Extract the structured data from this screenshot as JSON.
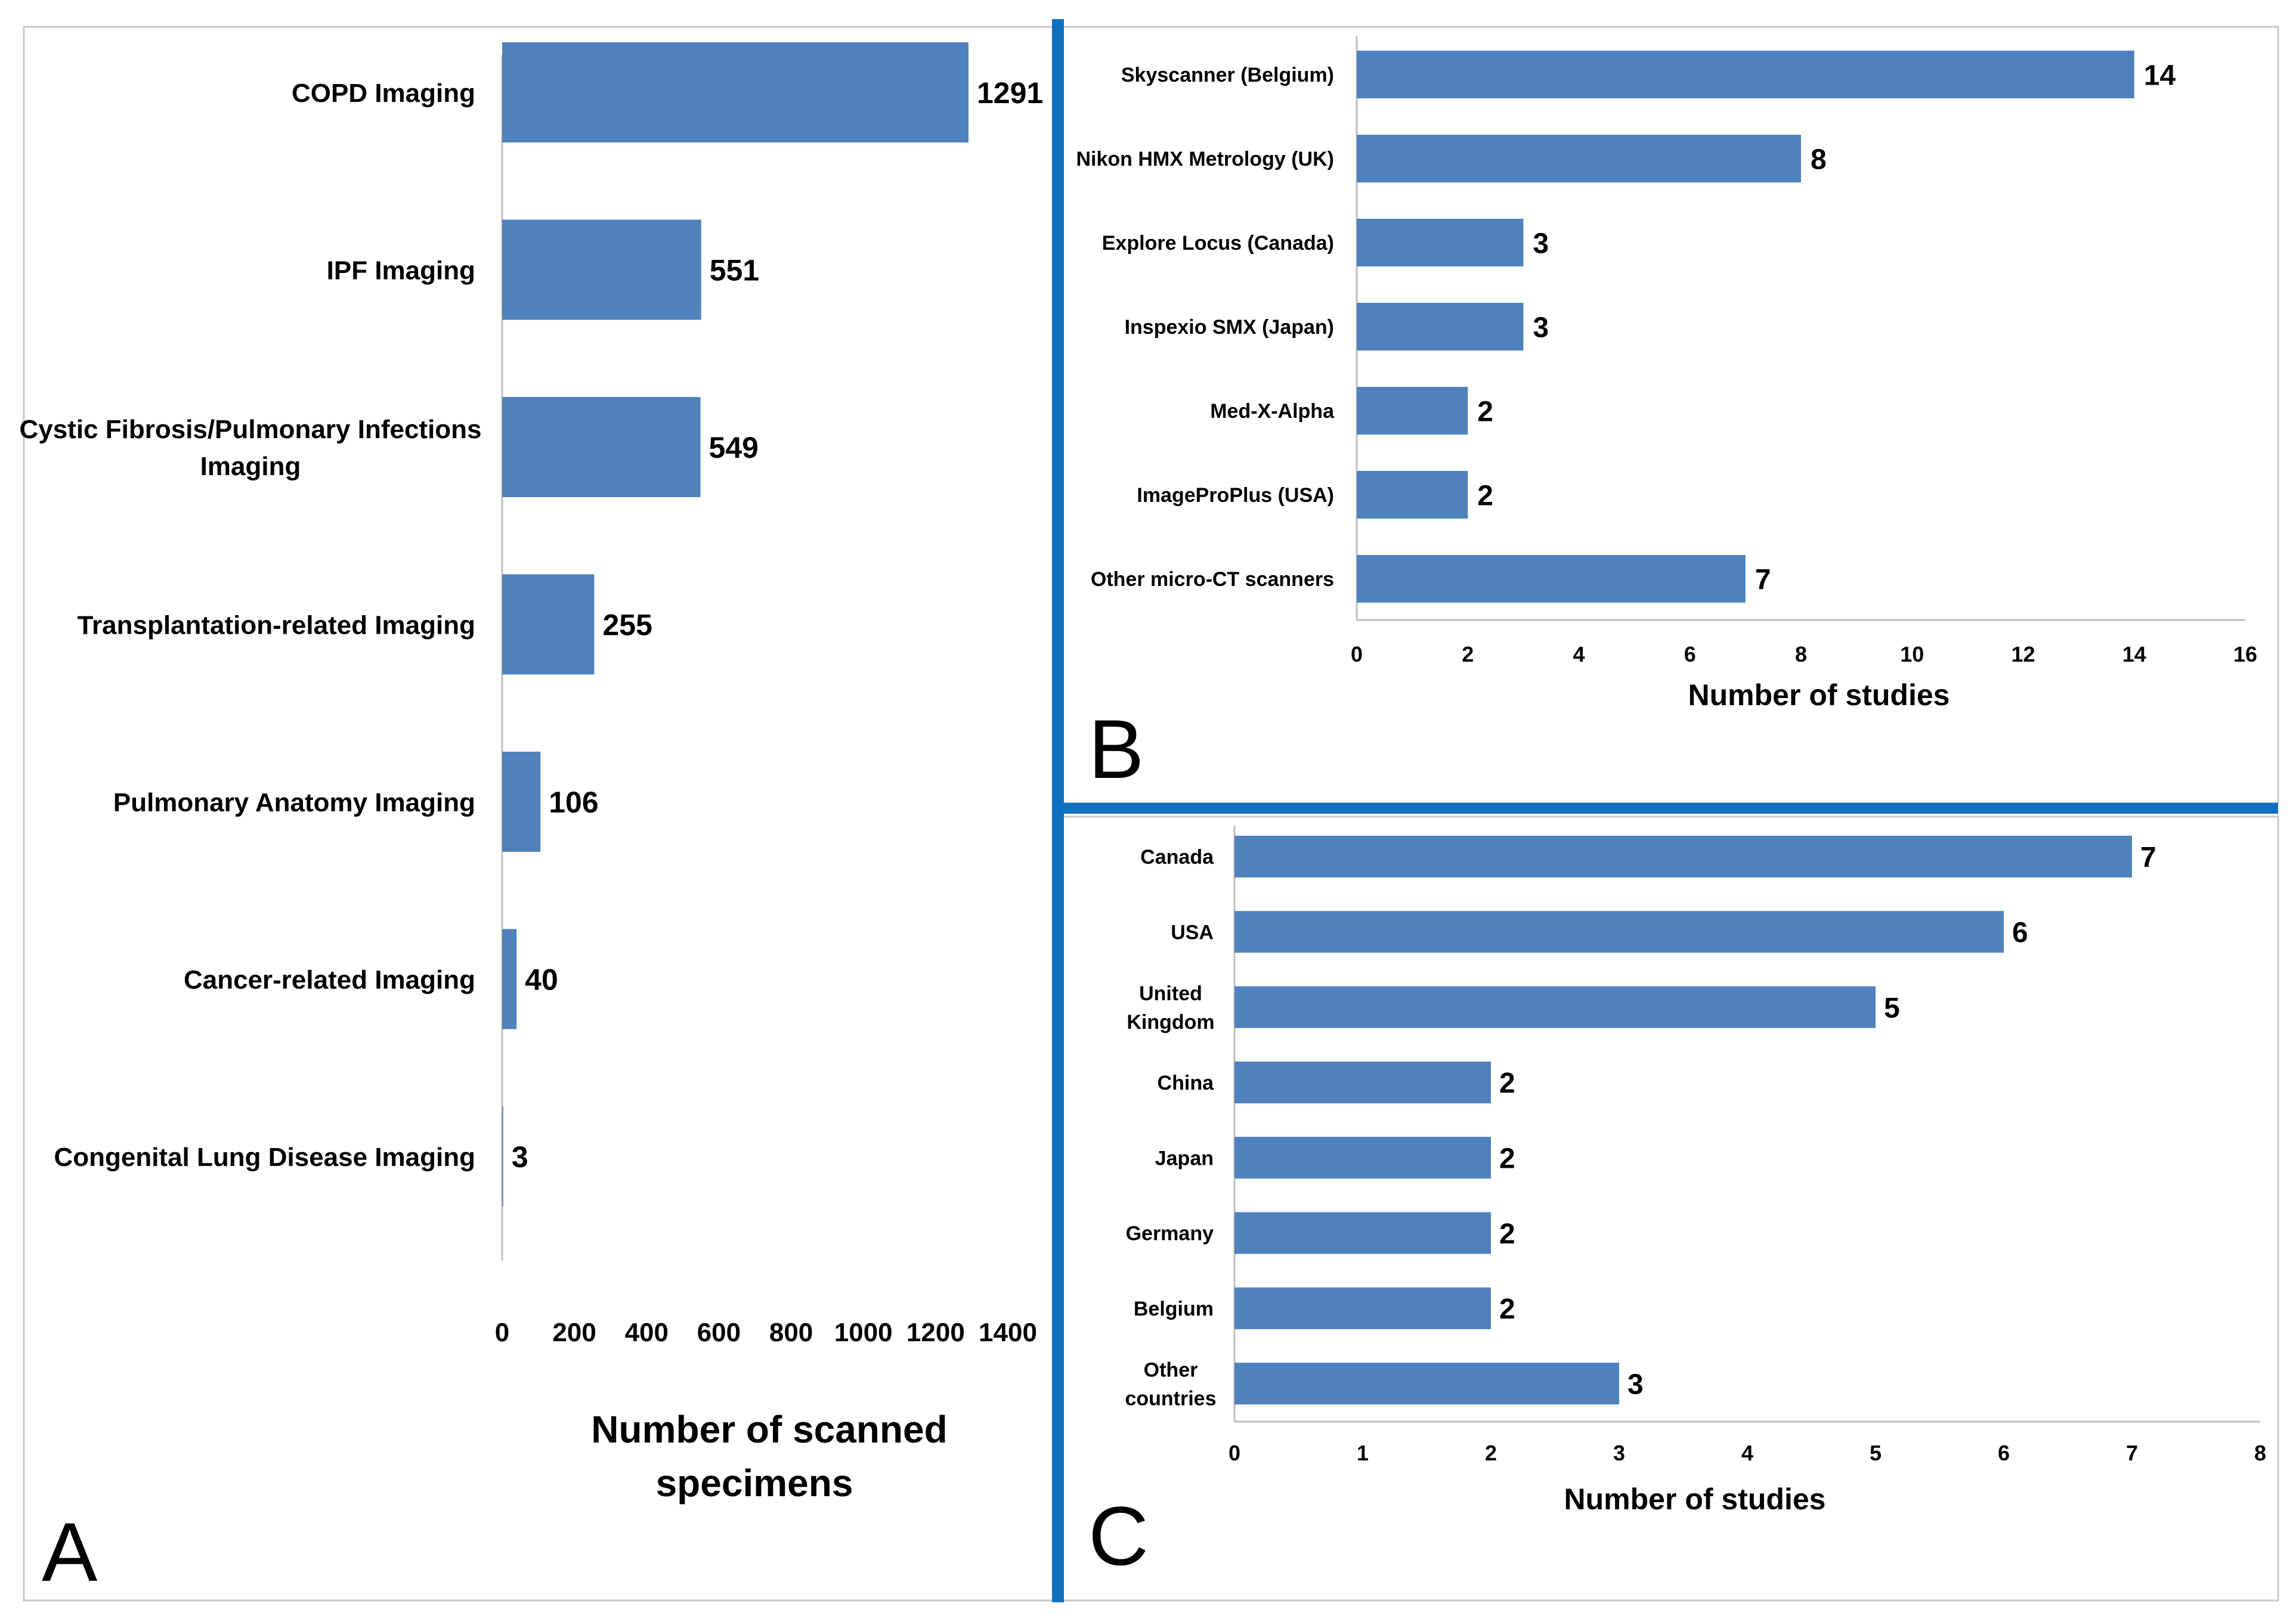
{
  "colors": {
    "bar": "#4f81bd",
    "divider": "#0f6fc0",
    "frame": "#c8c8c8",
    "axis": "#bfbfbf",
    "text": "#000000"
  },
  "chart_data": [
    {
      "panel": "A",
      "type": "bar",
      "orientation": "horizontal",
      "categories": [
        "COPD Imaging",
        "IPF Imaging",
        "Cystic Fibrosis/Pulmonary Infections Imaging",
        "Transplantation-related Imaging",
        "Pulmonary Anatomy Imaging",
        "Cancer-related Imaging",
        "Congenital Lung Disease Imaging"
      ],
      "category_lines": [
        [
          "COPD Imaging"
        ],
        [
          "IPF Imaging"
        ],
        [
          "Cystic Fibrosis/Pulmonary Infections",
          "Imaging"
        ],
        [
          "Transplantation-related Imaging"
        ],
        [
          "Pulmonary Anatomy Imaging"
        ],
        [
          "Cancer-related Imaging"
        ],
        [
          "Congenital Lung Disease Imaging"
        ]
      ],
      "values": [
        1291,
        551,
        549,
        255,
        106,
        40,
        3
      ],
      "data_labels": [
        "1291",
        "551",
        "549",
        "255",
        "106",
        "40",
        "3"
      ],
      "xlim": [
        0,
        1400
      ],
      "ticks": [
        0,
        200,
        400,
        600,
        800,
        1000,
        1200,
        1400
      ],
      "tick_labels": [
        "0",
        "200",
        "400",
        "600",
        "800",
        "1000",
        "1200",
        "1400"
      ],
      "xlabel_lines": [
        "Number of scanned",
        "specimens"
      ],
      "legend": "none",
      "grid": false
    },
    {
      "panel": "B",
      "type": "bar",
      "orientation": "horizontal",
      "categories": [
        "Skyscanner (Belgium)",
        "Nikon HMX Metrology (UK)",
        "Explore Locus (Canada)",
        "Inspexio SMX (Japan)",
        "Med-X-Alpha",
        "ImageProPlus (USA)",
        "Other micro-CT scanners"
      ],
      "category_lines": [
        [
          "Skyscanner (Belgium)"
        ],
        [
          "Nikon HMX Metrology (UK)"
        ],
        [
          "Explore Locus (Canada)"
        ],
        [
          "Inspexio SMX (Japan)"
        ],
        [
          "Med-X-Alpha"
        ],
        [
          "ImageProPlus (USA)"
        ],
        [
          "Other micro-CT scanners"
        ]
      ],
      "values": [
        14,
        8,
        3,
        3,
        2,
        2,
        7
      ],
      "data_labels": [
        "14",
        "8",
        "3",
        "3",
        "2",
        "2",
        "7"
      ],
      "xlim": [
        0,
        16
      ],
      "ticks": [
        0,
        2,
        4,
        6,
        8,
        10,
        12,
        14,
        16
      ],
      "tick_labels": [
        "0",
        "2",
        "4",
        "6",
        "8",
        "10",
        "12",
        "14",
        "16"
      ],
      "xlabel_lines": [
        "Number of studies"
      ],
      "legend": "none",
      "grid": false
    },
    {
      "panel": "C",
      "type": "bar",
      "orientation": "horizontal",
      "categories": [
        "Canada",
        "USA",
        "United Kingdom",
        "China",
        "Japan",
        "Germany",
        "Belgium",
        "Other countries"
      ],
      "category_lines": [
        [
          "Canada"
        ],
        [
          "USA"
        ],
        [
          "United",
          "Kingdom"
        ],
        [
          "China"
        ],
        [
          "Japan"
        ],
        [
          "Germany"
        ],
        [
          "Belgium"
        ],
        [
          "Other",
          "countries"
        ]
      ],
      "values": [
        7,
        6,
        5,
        2,
        2,
        2,
        2,
        3
      ],
      "data_labels": [
        "7",
        "6",
        "5",
        "2",
        "2",
        "2",
        "2",
        "3"
      ],
      "xlim": [
        0,
        8
      ],
      "ticks": [
        0,
        1,
        2,
        3,
        4,
        5,
        6,
        7,
        8
      ],
      "tick_labels": [
        "0",
        "1",
        "2",
        "3",
        "4",
        "5",
        "6",
        "7",
        "8"
      ],
      "xlabel_lines": [
        "Number of studies"
      ],
      "legend": "none",
      "grid": false
    }
  ]
}
